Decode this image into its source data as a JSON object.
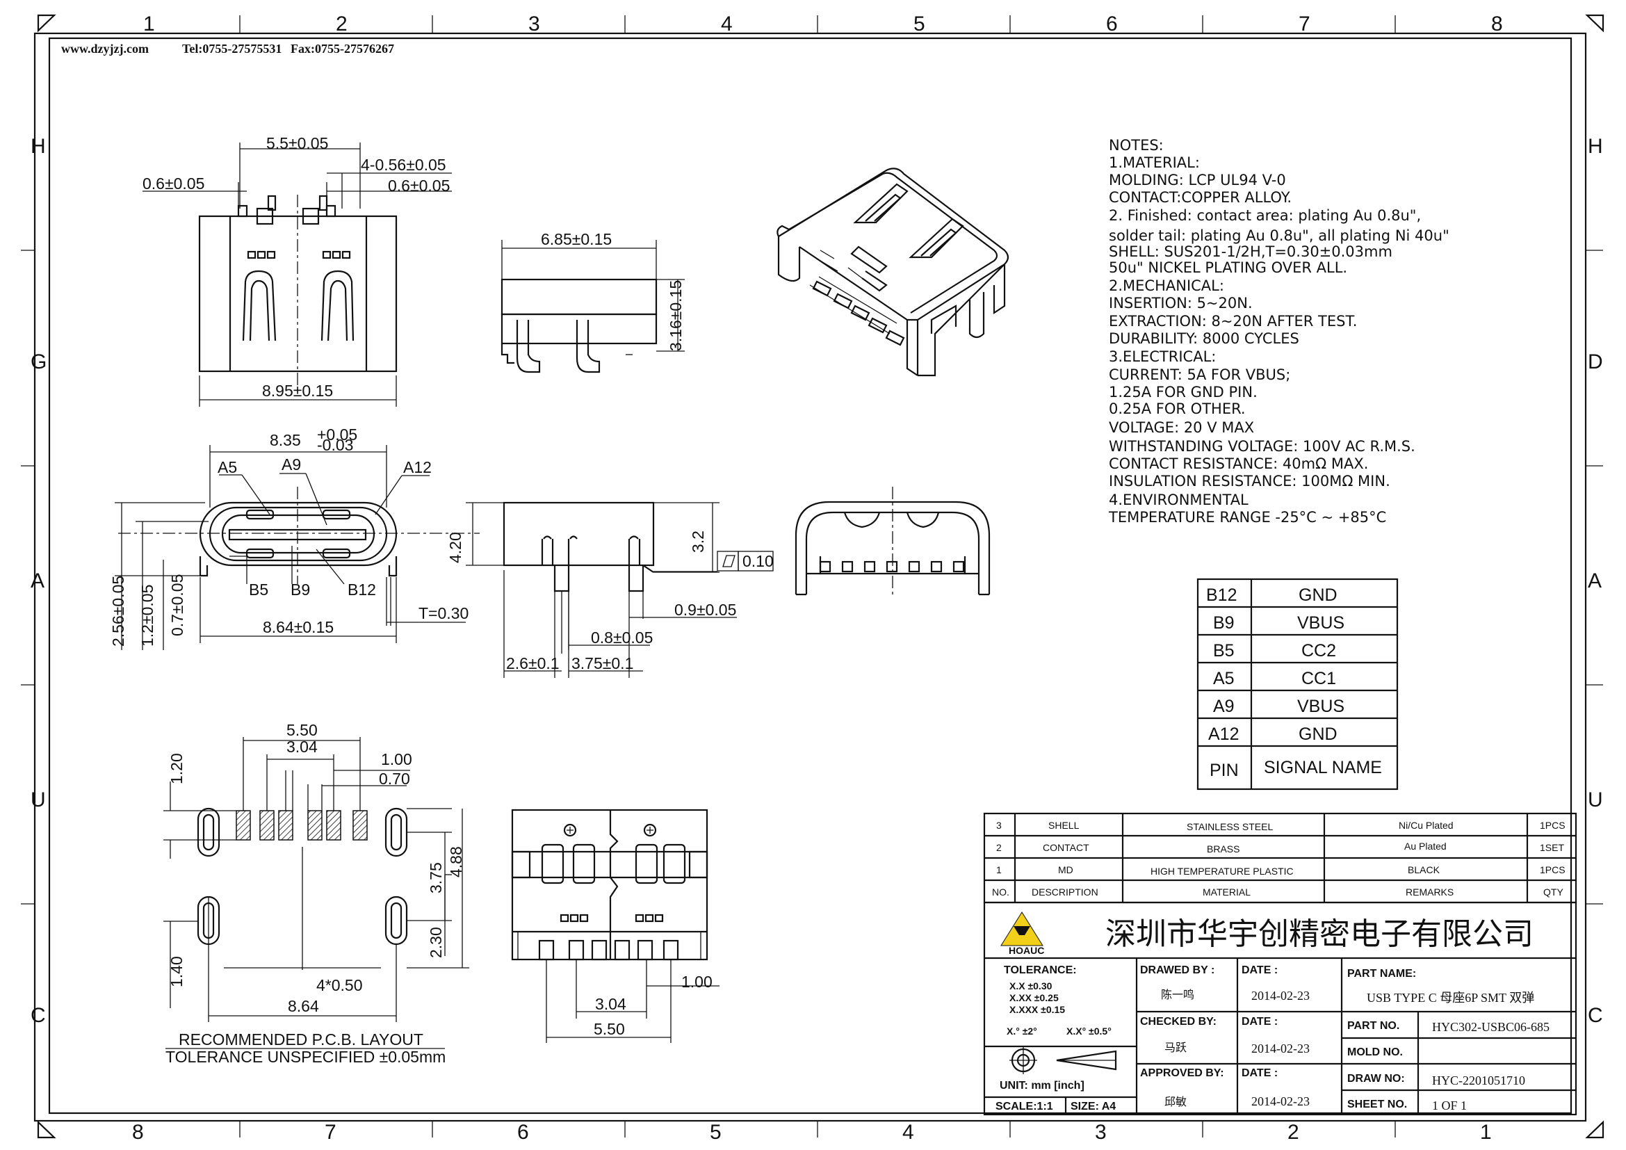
{
  "header": {
    "website": "www.dzyjzj.com",
    "phone": "Tel:0755-27575531",
    "fax": "Fax:0755-27576267"
  },
  "zones": {
    "top": [
      "1",
      "2",
      "3",
      "4",
      "5",
      "6",
      "7",
      "8"
    ],
    "bottom": [
      "8",
      "7",
      "6",
      "5",
      "4",
      "3",
      "2",
      "1"
    ],
    "left": [
      "H",
      "G",
      "A",
      "U",
      "C"
    ],
    "right": [
      "H",
      "D",
      "A",
      "U",
      "C"
    ]
  },
  "dimensions": {
    "top_view": [
      "5.5±0.05",
      "4-0.56±0.05",
      "0.6±0.05",
      "0.6±0.05",
      "8.95±0.15"
    ],
    "side_view": [
      "6.85±0.15",
      "3.16±0.15"
    ],
    "front_view": [
      "8.35",
      "+0.05",
      "-0.03",
      "A5",
      "A9",
      "A12",
      "B5",
      "B9",
      "B12",
      "8.64±0.15",
      "T=0.30",
      "2.56±0.05",
      "1.2±0.05",
      "0.7±0.05"
    ],
    "right_view": [
      "4.20",
      "3.2",
      "0.10",
      "0.9±0.05",
      "0.8±0.05",
      "2.6±0.1",
      "3.75±0.1"
    ],
    "pcb": [
      "5.50",
      "3.04",
      "1.00",
      "0.70",
      "1.20",
      "3.75",
      "4.88",
      "2.30",
      "1.40",
      "4*0.50",
      "8.64"
    ],
    "bottom_view": [
      "1.00",
      "3.04",
      "5.50"
    ]
  },
  "pcb_caption": {
    "line1": "RECOMMENDED   P.C.B.  LAYOUT",
    "line2": "TOLERANCE  UNSPECIFIED  ±0.05mm"
  },
  "notes": [
    "NOTES:",
    "  1.MATERIAL:",
    "        MOLDING:  LCP  UL94  V-0",
    "        CONTACT:COPPER  ALLOY.",
    "   2.  Finished:  contact  area:  plating  Au  0.8u\",",
    "     solder  tail:  plating  Au  0.8u\",  all  plating  Ni  40u\"",
    "     SHELL:  SUS201-1/2H,T=0.30±0.03mm",
    "              50u\"  NICKEL  PLATING  OVER  ALL.",
    "  2.MECHANICAL:",
    "        INSERTION:  5~20N.",
    "        EXTRACTION:  8~20N  AFTER  TEST.",
    "        DURABILITY:  8000  CYCLES",
    "  3.ELECTRICAL:",
    "        CURRENT:  5A  FOR  VBUS;",
    "                    1.25A  FOR  GND  PIN.",
    "                     0.25A  FOR  OTHER.",
    "        VOLTAGE:  20  V  MAX",
    "        WITHSTANDING  VOLTAGE:  100V  AC  R.M.S.",
    "        CONTACT  RESISTANCE:  40mΩ  MAX.",
    "        INSULATION  RESISTANCE:  100MΩ  MIN.",
    "  4.ENVIRONMENTAL",
    "        TEMPERATURE  RANGE  -25°C  ~  +85°C"
  ],
  "pin_table": {
    "rows": [
      {
        "pin": "B12",
        "signal": "GND"
      },
      {
        "pin": "B9",
        "signal": "VBUS"
      },
      {
        "pin": "B5",
        "signal": "CC2"
      },
      {
        "pin": "A5",
        "signal": "CC1"
      },
      {
        "pin": "A9",
        "signal": "VBUS"
      },
      {
        "pin": "A12",
        "signal": "GND"
      }
    ],
    "header_pin": "PIN",
    "header_signal": "SIGNAL  NAME"
  },
  "bom": {
    "rows": [
      {
        "no": "3",
        "desc": "SHELL",
        "material": "STAINLESS STEEL",
        "remarks": "Ni/Cu Plated",
        "qty": "1PCS"
      },
      {
        "no": "2",
        "desc": "CONTACT",
        "material": "BRASS",
        "remarks": "Au Plated",
        "qty": "1SET"
      },
      {
        "no": "1",
        "desc": "MD",
        "material": "HIGH TEMPERATURE PLASTIC",
        "remarks": "BLACK",
        "qty": "1PCS"
      }
    ],
    "header": {
      "no": "NO.",
      "desc": "DESCRIPTION",
      "material": "MATERIAL",
      "remarks": "REMARKS",
      "qty": "QTY"
    }
  },
  "title_block": {
    "company": "深圳市华宇创精密电子有限公司",
    "logo_text": "HOAUC",
    "tolerance_label": "TOLERANCE:",
    "tol_x": "X.X     ±0.30",
    "tol_xx": "X.XX    ±0.25",
    "tol_xxx": "X.XXX  ±0.15",
    "tol_ang1": "X.°  ±2°",
    "tol_ang2": "X.X°  ±0.5°",
    "unit": "UNIT:  mm  [inch]",
    "scale": "SCALE:1:1",
    "size": "SIZE:  A4",
    "drawn_by_label": "DRAWED  BY :",
    "drawn_by": "陈一鸣",
    "checked_by_label": "CHECKED  BY:",
    "checked_by": "马跃",
    "approved_by_label": "APPROVED  BY:",
    "approved_by": "邱敏",
    "date_label": "DATE :",
    "date1": "2014-02-23",
    "date2": "2014-02-23",
    "date3": "2014-02-23",
    "part_name_label": "PART  NAME:",
    "part_name": "USB  TYPE  C  母座6P  SMT  双弹",
    "part_no_label": "PART  NO.",
    "part_no": "HYC302-USBC06-685",
    "mold_no_label": "MOLD  NO.",
    "mold_no": "",
    "draw_no_label": "DRAW  NO:",
    "draw_no": "HYC-2201051710",
    "sheet_no_label": "SHEET  NO.",
    "sheet_no": "1  OF  1"
  }
}
